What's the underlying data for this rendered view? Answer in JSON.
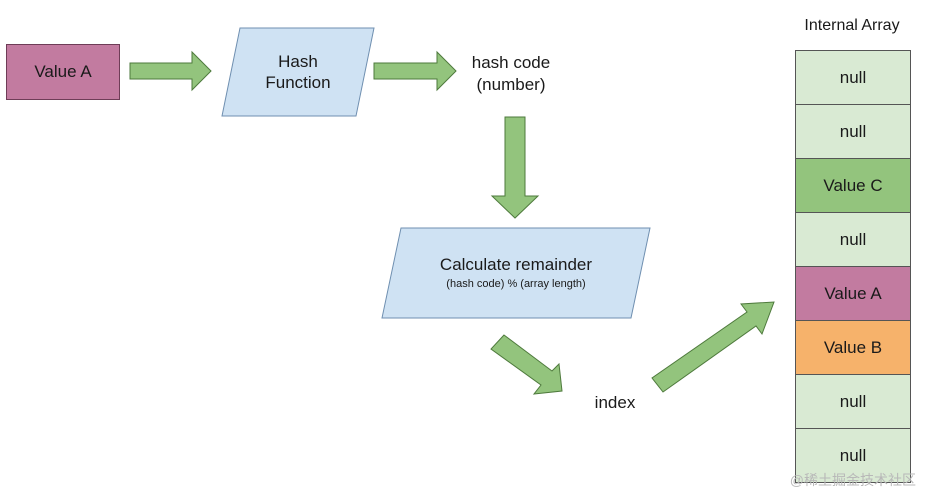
{
  "diagram": {
    "input_value": "Value A",
    "hash_function": [
      "Hash",
      "Function"
    ],
    "hash_code": [
      "hash code",
      "(number)"
    ],
    "calculate": {
      "title": "Calculate remainder",
      "subtitle": "(hash code) % (array length)"
    },
    "index": "index"
  },
  "array": {
    "title": "Internal Array",
    "cells": [
      {
        "label": "null",
        "kind": "null"
      },
      {
        "label": "null",
        "kind": "null"
      },
      {
        "label": "Value C",
        "kind": "c"
      },
      {
        "label": "null",
        "kind": "null"
      },
      {
        "label": "Value A",
        "kind": "a"
      },
      {
        "label": "Value B",
        "kind": "b"
      },
      {
        "label": "null",
        "kind": "null"
      },
      {
        "label": "null",
        "kind": "null"
      }
    ]
  },
  "colors": {
    "value_a": "#c27ba0",
    "value_b": "#f6b26b",
    "value_c": "#93c47d",
    "null_cell": "#d9ead3",
    "process": "#cfe2f3",
    "arrow": "#93c47d"
  },
  "icons": [
    "right-arrow-icon",
    "down-arrow-icon",
    "diagonal-down-right-arrow-icon",
    "diagonal-up-right-arrow-icon"
  ],
  "watermark": "@稀土掘金技术社区"
}
